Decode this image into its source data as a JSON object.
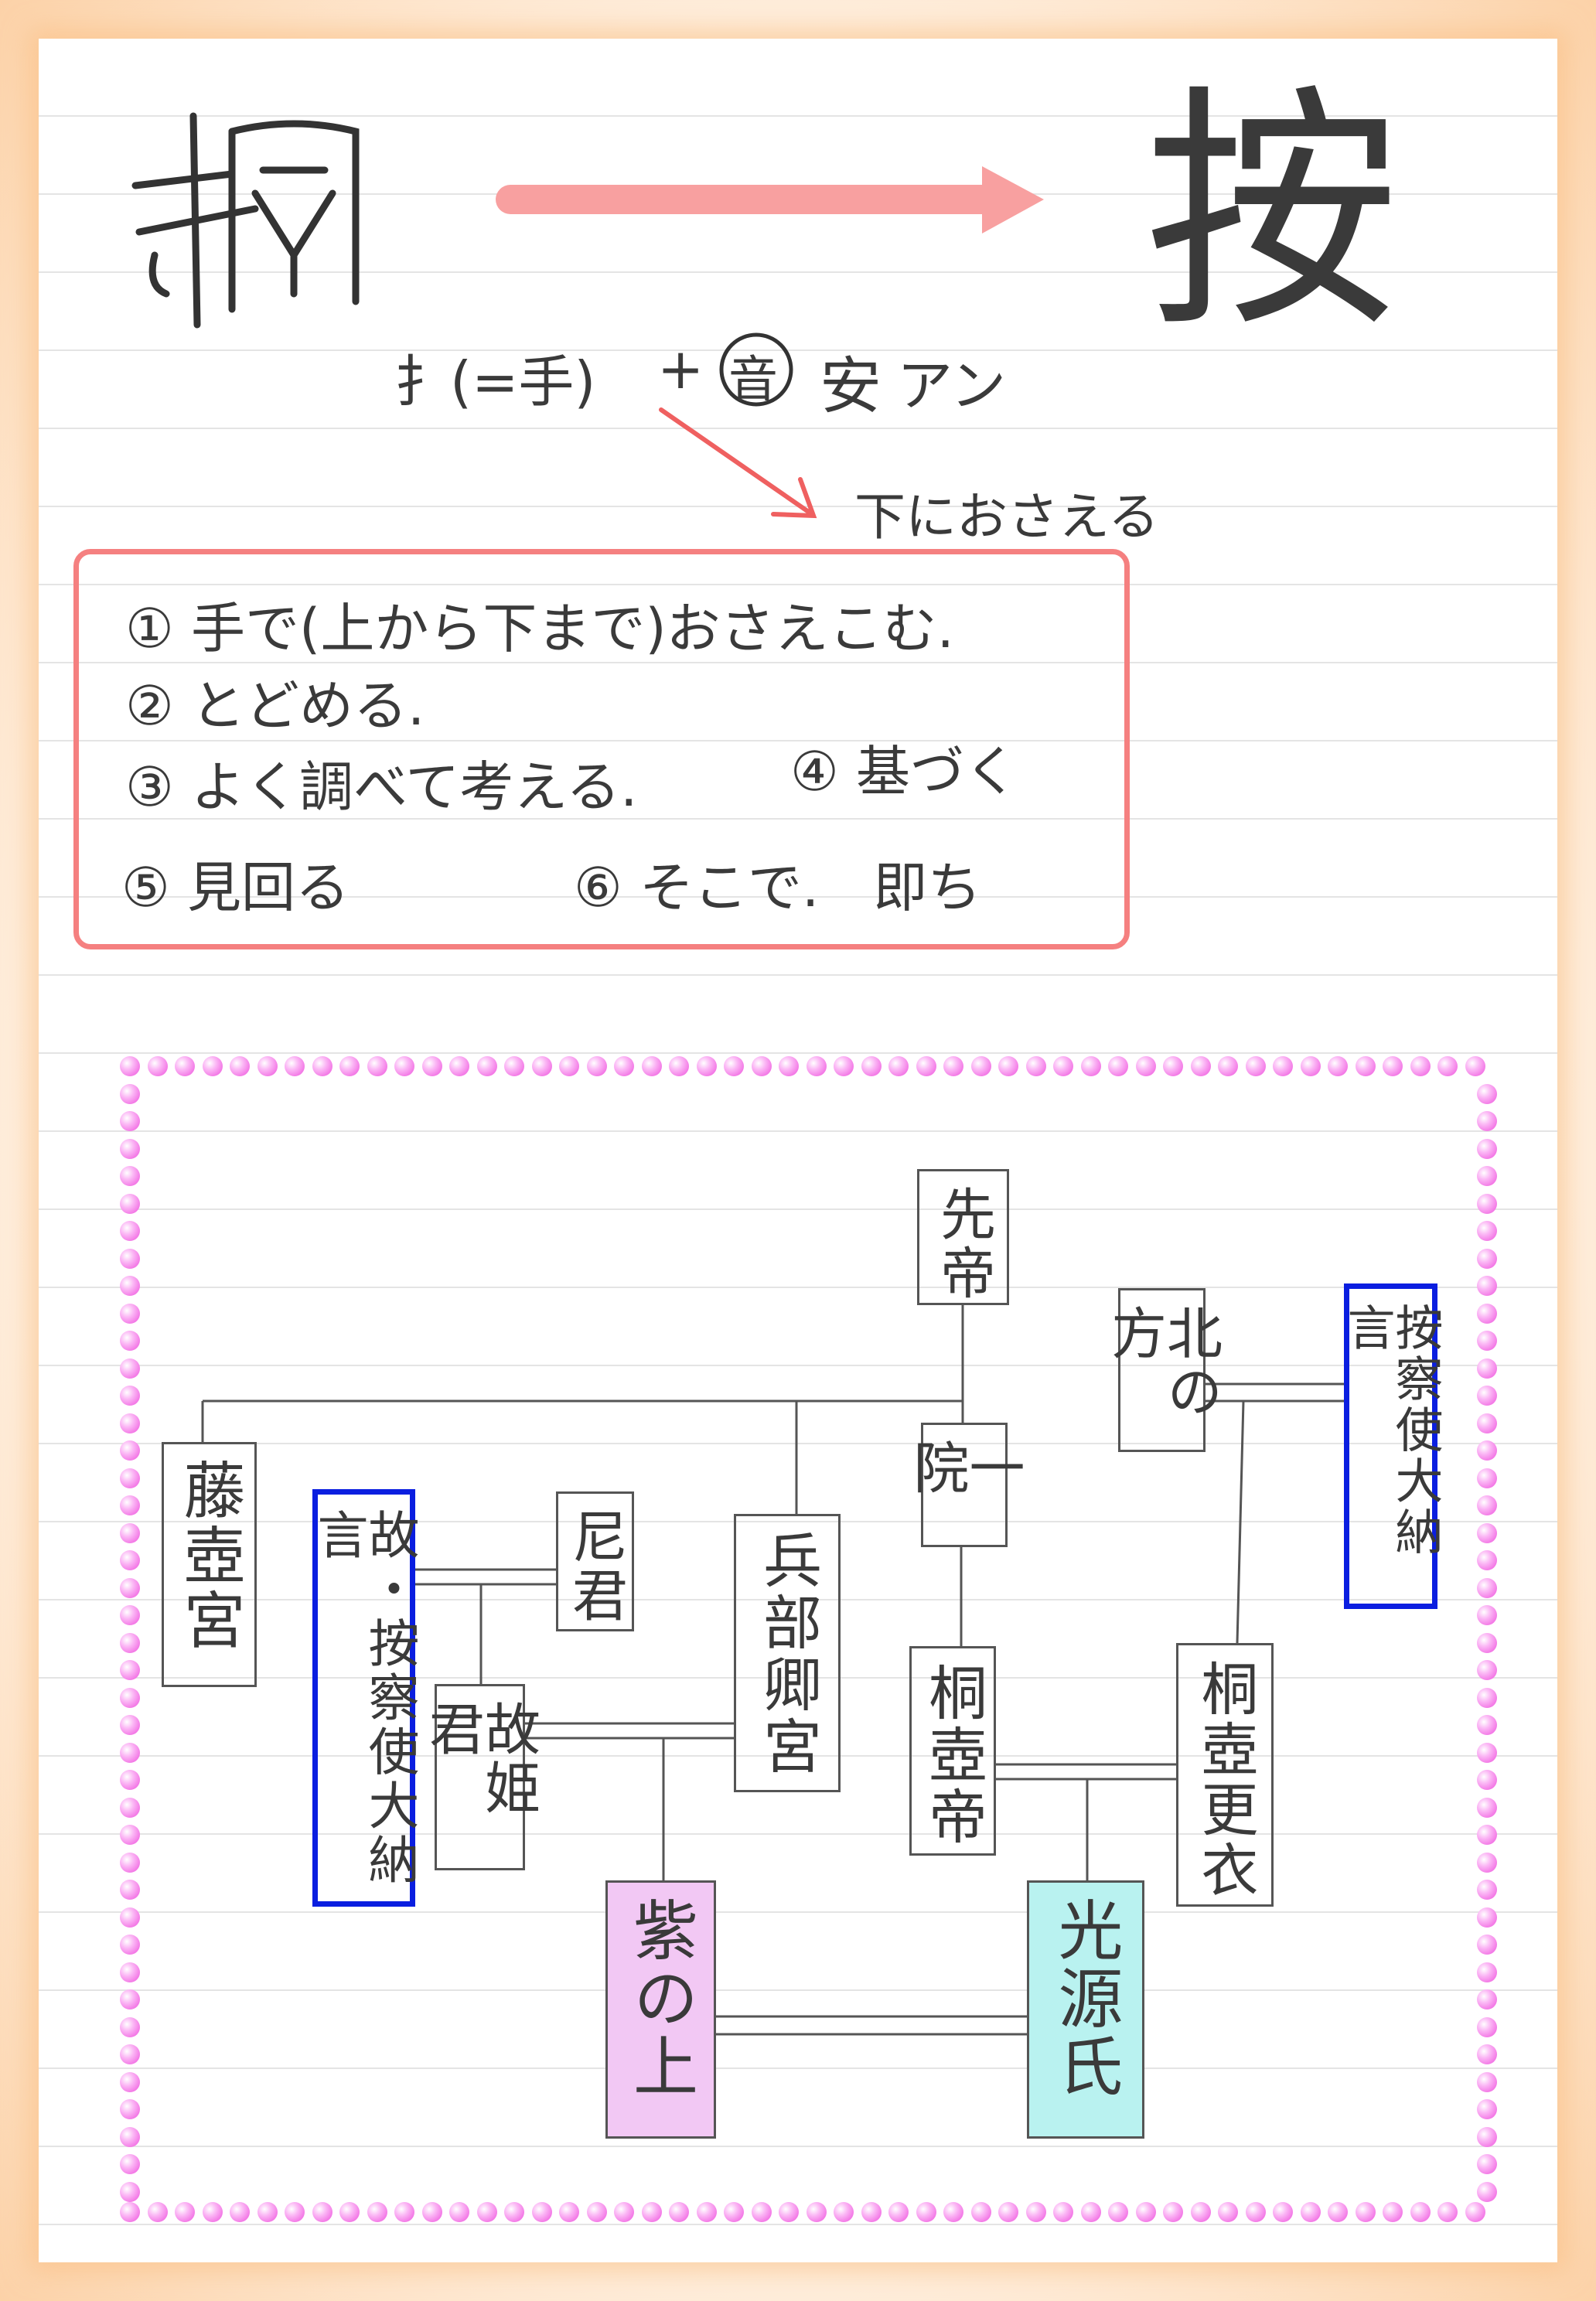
{
  "header": {
    "modern_char": "按",
    "formula": {
      "radical": "扌(=手)",
      "plus": "+",
      "on_mark": "音",
      "phonetic": "安",
      "reading": "アン"
    },
    "note": "下におさえる"
  },
  "meanings": [
    {
      "num": "①",
      "text": "手で(上から下まで)おさえこむ."
    },
    {
      "num": "②",
      "text": "とどめる."
    },
    {
      "num": "③",
      "text": "よく調べて考える."
    },
    {
      "num": "④",
      "text": "基づく"
    },
    {
      "num": "⑤",
      "text": "見回る"
    },
    {
      "num": "⑥",
      "text": "そこで.　即ち"
    }
  ],
  "family_tree": {
    "nodes": {
      "sentei": "先帝",
      "kita_no_kata": "北の方",
      "azechi_dainagon": "按察使大納言",
      "fujitsubo": "藤壺宮",
      "ko_azechi_dainagon": "故・按察使大納言",
      "amagimi": "尼君",
      "hyobukyo": "兵部卿宮",
      "ichiin": "一院",
      "kiritsubo_tei": "桐壺帝",
      "kiritsubo_koui": "桐壺更衣",
      "ko_himegimi": "故姫君",
      "murasaki": "紫の上",
      "genji": "光源氏"
    },
    "colors": {
      "murasaki": "#f2c8f4",
      "genji": "#b9f2f0",
      "highlight": "#0a1ee0"
    }
  },
  "colors": {
    "arrow": "#f8a0a0",
    "box_border": "#f58080",
    "dots": "#f06ee0"
  }
}
